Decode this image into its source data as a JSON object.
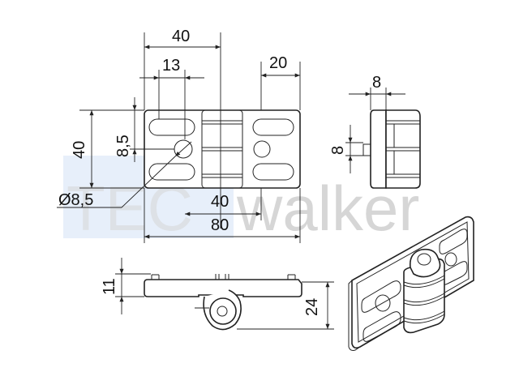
{
  "watermark": {
    "brand_left": "TEC",
    "brand_right": "walker",
    "color_block": "#3d7fd6"
  },
  "dimensions": {
    "top_width_40": "40",
    "slot_13": "13",
    "right_20": "20",
    "height_40": "40",
    "offset_8_5": "8,5",
    "hole_diameter": "Ø8,5",
    "inner_40": "40",
    "overall_80": "80",
    "side_width_8": "8",
    "side_height_8": "8",
    "front_height_11": "11",
    "front_height_24": "24"
  },
  "colors": {
    "line": "#222222",
    "background": "#ffffff"
  }
}
